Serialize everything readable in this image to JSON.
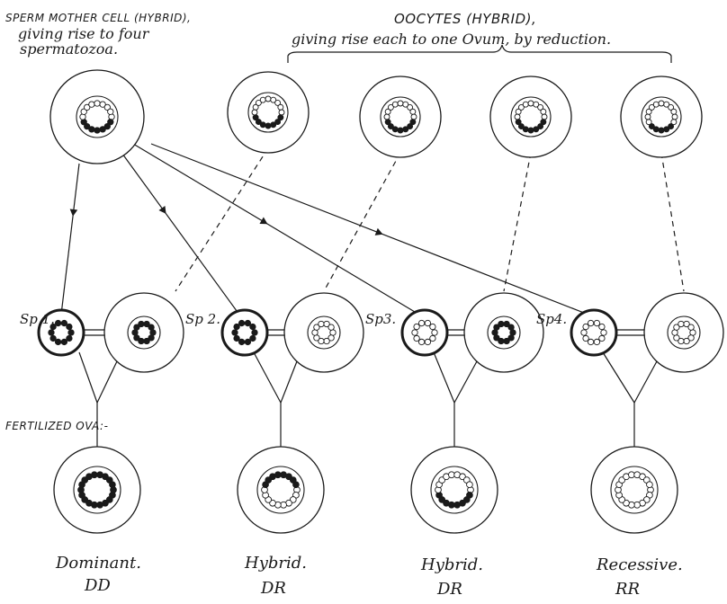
{
  "labels": {
    "sperm_title": "SPERM MOTHER CELL (HYBRID),",
    "sperm_sub1": "giving rise to four",
    "sperm_sub2": "spermatozoa.",
    "oocyte_title": "OOCYTES (HYBRID),",
    "oocyte_sub": "giving rise each to one Ovum, by reduction.",
    "fertilized": "FERTILIZED OVA:-"
  },
  "sperm": [
    "Sp 1.",
    "Sp 2.",
    "Sp3.",
    "Sp4."
  ],
  "outcomes": [
    {
      "name": "Dominant.",
      "code": "DD"
    },
    {
      "name": "Hybrid.",
      "code": "DR"
    },
    {
      "name": "Hybrid.",
      "code": "DR"
    },
    {
      "name": "Recessive.",
      "code": "RR"
    }
  ],
  "colors": {
    "ink": "#1a1a1a",
    "paper": "#ffffff"
  }
}
